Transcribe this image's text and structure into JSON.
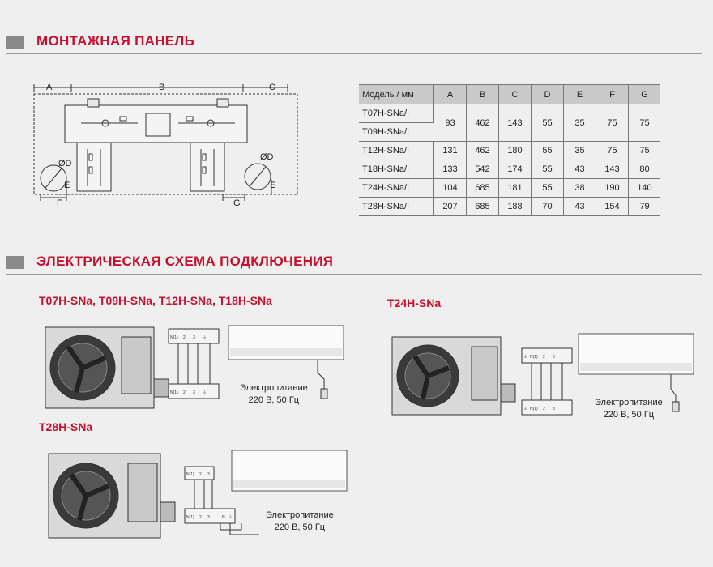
{
  "mount_section": {
    "title": "МОНТАЖНАЯ ПАНЕЛЬ"
  },
  "mount_drawing": {
    "labels": {
      "a": "A",
      "b": "B",
      "c": "C",
      "d_left": "ØD",
      "d_right": "ØD",
      "e_left": "E",
      "e_right": "E",
      "f": "F",
      "g": "G"
    }
  },
  "spec_table": {
    "headers": [
      "Модель / мм",
      "A",
      "B",
      "C",
      "D",
      "E",
      "F",
      "G"
    ],
    "group_row": {
      "models": [
        "T07H-SNa/I",
        "T09H-SNa/I"
      ],
      "values": [
        "93",
        "462",
        "143",
        "55",
        "35",
        "75",
        "75"
      ]
    },
    "rows": [
      {
        "model": "T12H-SNa/I",
        "values": [
          "131",
          "462",
          "180",
          "55",
          "35",
          "75",
          "75"
        ]
      },
      {
        "model": "T18H-SNa/I",
        "values": [
          "133",
          "542",
          "174",
          "55",
          "43",
          "143",
          "80"
        ]
      },
      {
        "model": "T24H-SNa/I",
        "values": [
          "104",
          "685",
          "181",
          "55",
          "38",
          "190",
          "140"
        ]
      },
      {
        "model": "T28H-SNa/I",
        "values": [
          "207",
          "685",
          "188",
          "70",
          "43",
          "154",
          "79"
        ]
      }
    ]
  },
  "wiring_section": {
    "title": "ЭЛЕКТРИЧЕСКАЯ СХЕМА ПОДКЛЮЧЕНИЯ"
  },
  "diagrams": {
    "d1": {
      "title": "T07H-SNa, T09H-SNa, T12H-SNa, T18H-SNa",
      "power_line1": "Электропитание",
      "power_line2": "220 В, 50 Гц"
    },
    "d2": {
      "title": "T24H-SNa",
      "power_line1": "Электропитание",
      "power_line2": "220 В, 50 Гц"
    },
    "d3": {
      "title": "T28H-SNa",
      "power_line1": "Электропитание",
      "power_line2": "220 В, 50 Гц"
    }
  },
  "terminals": {
    "nl": "N(1)",
    "t2": "2",
    "t3": "3",
    "l": "L",
    "n": "N"
  }
}
